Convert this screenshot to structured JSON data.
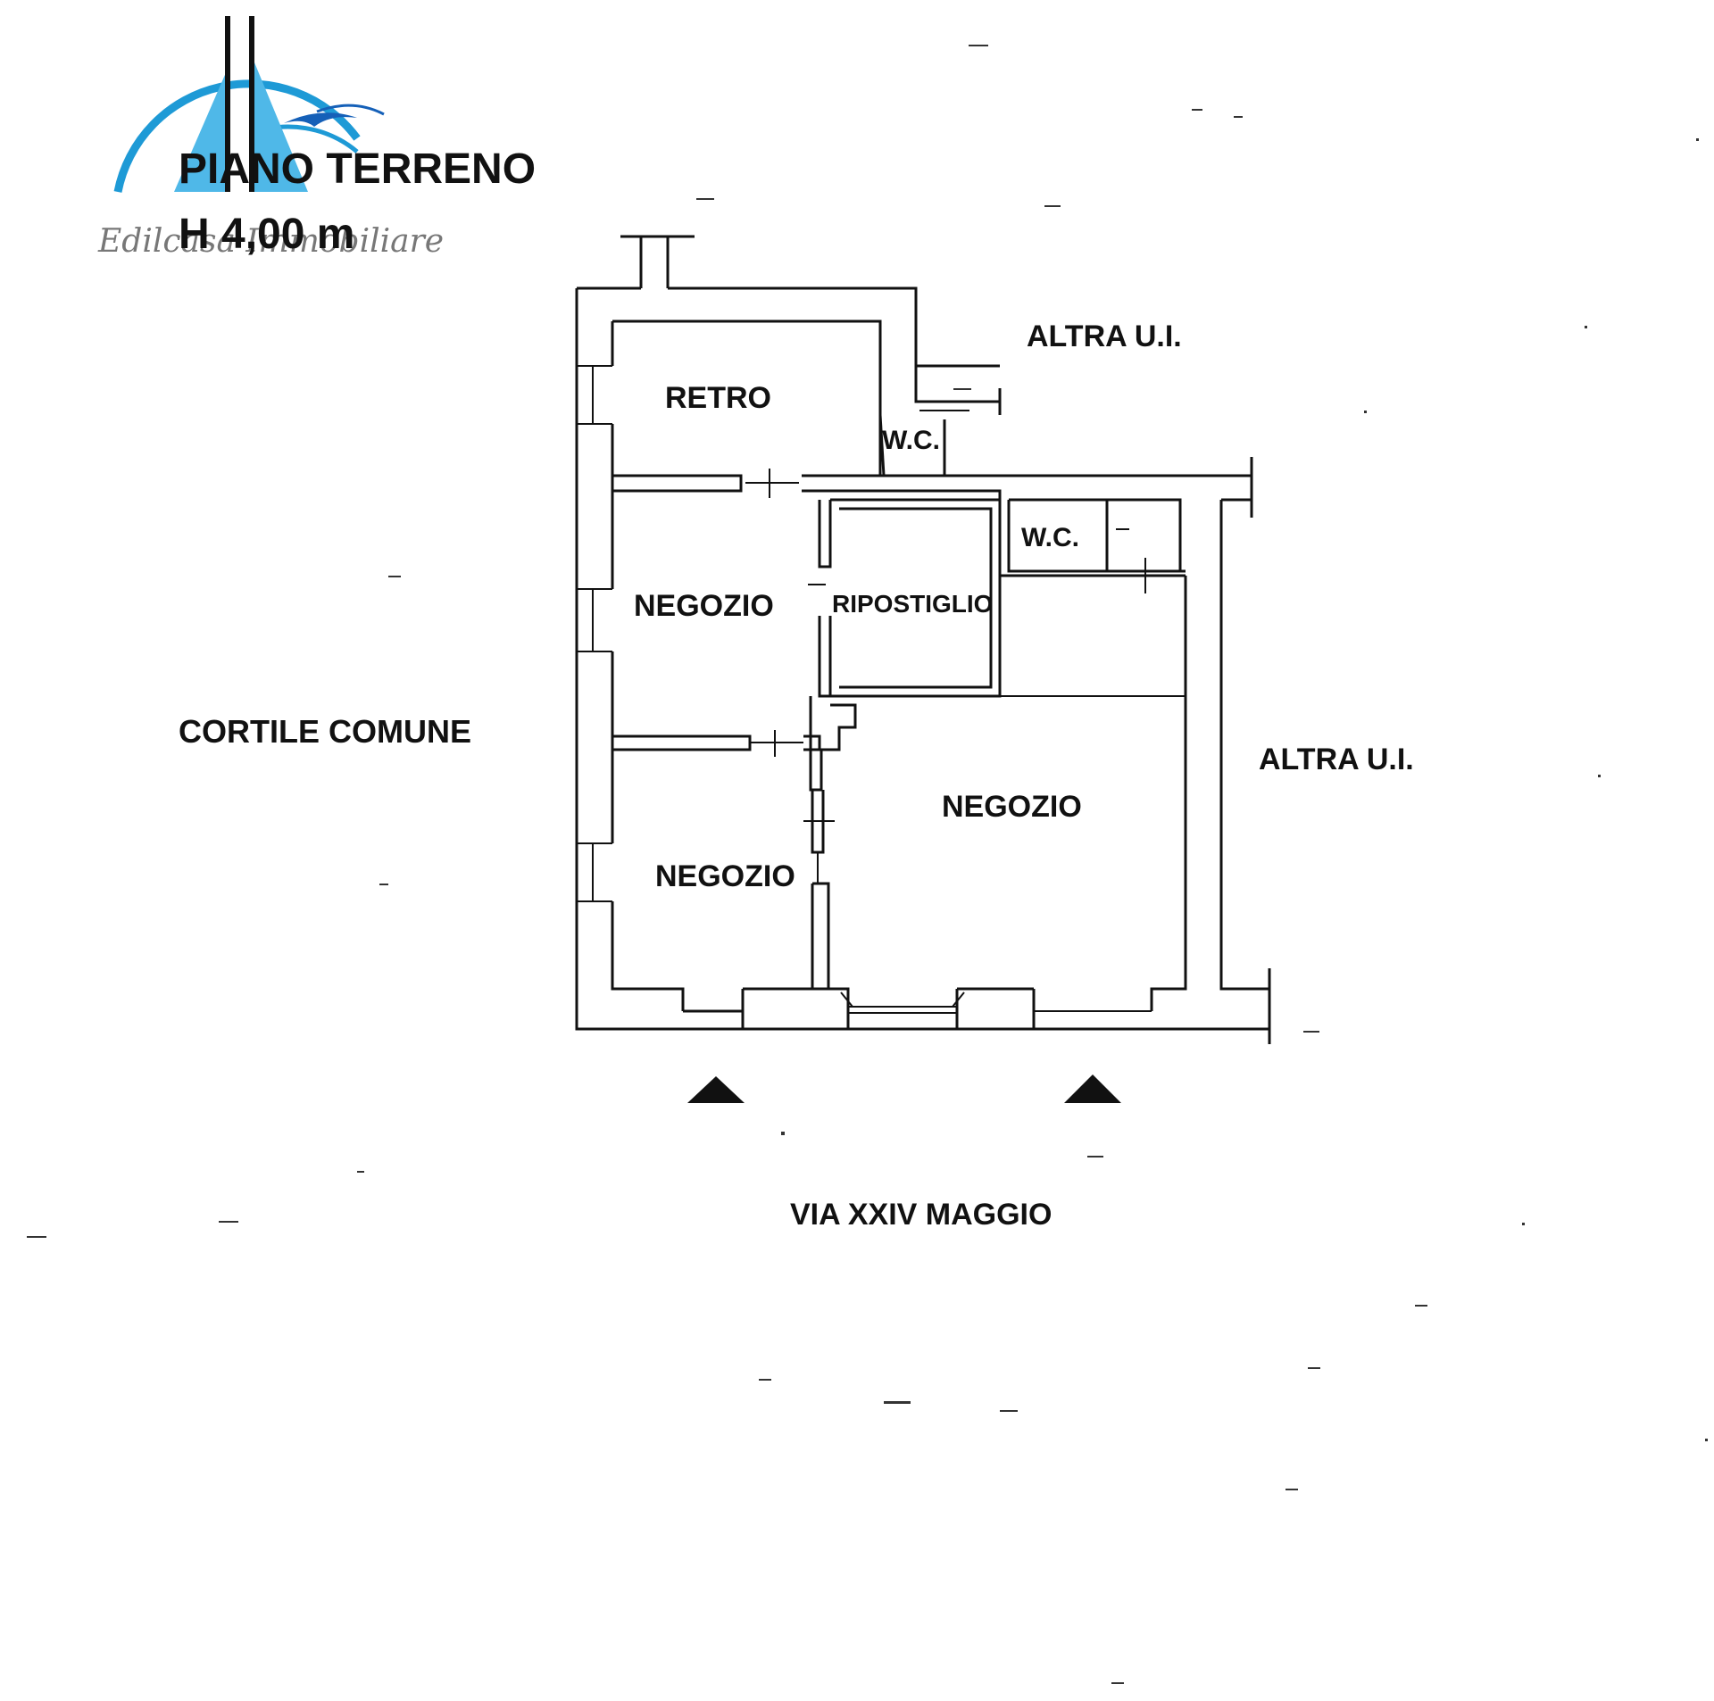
{
  "logo": {
    "name": "edilcasa-logo-icon",
    "text": "Edilcasa Immobiliare",
    "colors": {
      "arc": "#1e9ad6",
      "sail": "#4fb8e8",
      "bird": "#1560b8"
    }
  },
  "header": {
    "floor": "PIANO TERRENO",
    "height": "H 4,00 m"
  },
  "rooms": {
    "retro": "RETRO",
    "wc_top": "W.C.",
    "wc_mid": "W.C.",
    "ripostiglio": "RIPOSTIGLIO",
    "negozio_top_left": "NEGOZIO",
    "negozio_bottom_left": "NEGOZIO",
    "negozio_right": "NEGOZIO"
  },
  "surroundings": {
    "altra_ui_top": "ALTRA U.I.",
    "altra_ui_right": "ALTRA U.I.",
    "cortile": "CORTILE COMUNE",
    "street": "VIA XXIV MAGGIO"
  }
}
